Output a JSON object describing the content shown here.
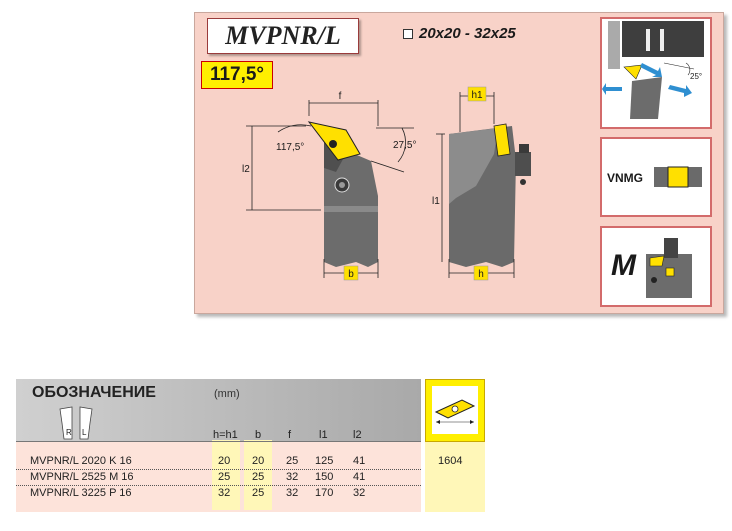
{
  "header": {
    "title": "MVPNR/L",
    "size_range": "20x20 - 32x25",
    "approach_angle": "117,5°"
  },
  "drawing": {
    "labels": {
      "f": "f",
      "h1": "h1",
      "l2": "l2",
      "l1": "l1",
      "b": "b",
      "h": "h",
      "angle_main": "117,5°",
      "angle_back": "27,5°"
    },
    "icons": [
      "holder-top-view",
      "holder-side-view"
    ]
  },
  "thumbnails": {
    "clamp_angle": "25°",
    "insert_label": "VNMG",
    "clamp_label": "M",
    "icons": [
      "clamping-diagram-icon",
      "insert-profile-icon",
      "clamp-system-icon"
    ]
  },
  "table": {
    "designation": "ОБОЗНАЧЕНИЕ",
    "unit": "(mm)",
    "hand_labels": {
      "right": "R",
      "left": "L"
    },
    "columns": [
      "h=h1",
      "b",
      "f",
      "l1",
      "l2"
    ],
    "rows": [
      {
        "code": "MVPNR/L 2020  K  16",
        "h": "20",
        "b": "20",
        "f": "25",
        "l1": "125",
        "l2": "41"
      },
      {
        "code": "MVPNR/L 2525  M  16",
        "h": "25",
        "b": "25",
        "f": "32",
        "l1": "150",
        "l2": "41"
      },
      {
        "code": "MVPNR/L 3225  P  16",
        "h": "32",
        "b": "25",
        "f": "32",
        "l1": "170",
        "l2": "32"
      }
    ],
    "insert_code": "1604",
    "insert_icon": "rhombic-insert-icon"
  },
  "colors": {
    "panel_bg": "#f8d2c8",
    "highlight_yellow": "#ffef00",
    "accent_red": "#d36b6b",
    "arrow_blue": "#2f8fd1"
  }
}
